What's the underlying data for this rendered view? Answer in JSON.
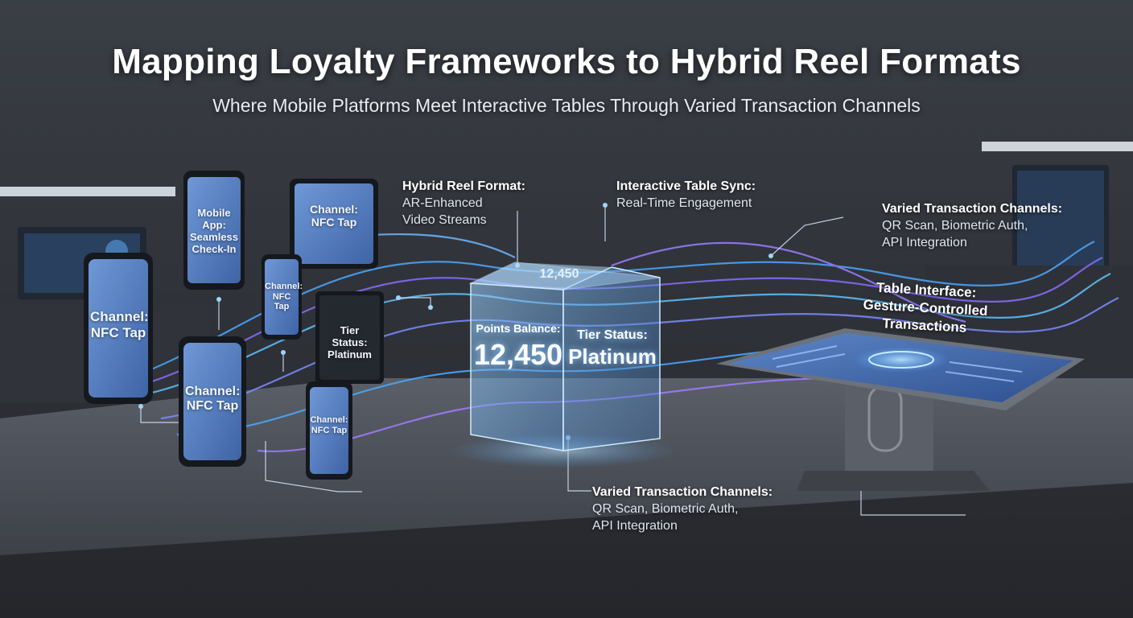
{
  "header": {
    "title": "Mapping Loyalty Frameworks to Hybrid Reel Formats",
    "subtitle": "Where Mobile Platforms Meet Interactive Tables Through Varied Transaction Channels"
  },
  "phones": {
    "mobile_app": "Mobile App: Seamless Check-In",
    "tablet_nfc": "Channel: NFC Tap",
    "left_nfc": "Channel: NFC Tap",
    "small_nfc": "Channel: NFC Tap",
    "tier_card": "Tier Status: Platinum",
    "mid_nfc": "Channel: NFC Tap",
    "bottom_nfc": "Channel: NFC Tap"
  },
  "cube": {
    "points_label": "Points Balance:",
    "points_value": "12,450",
    "tier_label": "Tier Status:",
    "tier_value": "Platinum",
    "top_value": "12,450"
  },
  "callouts": {
    "hybrid": {
      "heading": "Hybrid Reel Format:",
      "line1": "AR-Enhanced",
      "line2": "Video Streams"
    },
    "sync": {
      "heading": "Interactive Table Sync:",
      "line1": "Real-Time Engagement"
    },
    "channels_top": {
      "heading": "Varied Transaction Channels:",
      "line1": "QR Scan, Biometric Auth,",
      "line2": "API Integration"
    },
    "table_interface": {
      "heading": "Table Interface:",
      "line1": "Gesture-Controlled Transactions"
    },
    "channels_bottom": {
      "heading": "Varied Transaction Channels:",
      "line1": "QR Scan, Biometric Auth,",
      "line2": "API Integration"
    }
  },
  "colors": {
    "accent_blue": "#4aa8ff",
    "accent_purple": "#8a6cff",
    "screen_blue": "#5a86c8"
  }
}
